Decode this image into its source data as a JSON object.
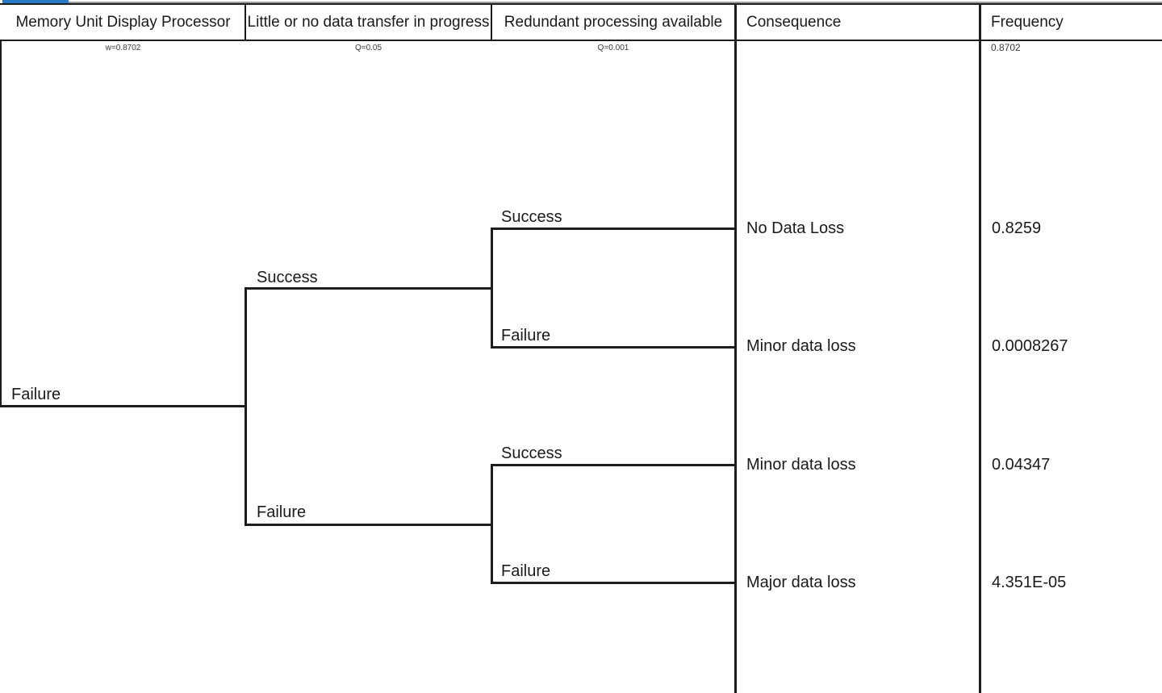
{
  "diagram": {
    "type": "event-tree",
    "columns": [
      {
        "title": "Memory Unit Display Processor",
        "sub": "w=0.8702"
      },
      {
        "title": "Little or no data transfer in progress",
        "sub": "Q=0.05"
      },
      {
        "title": "Redundant processing available",
        "sub": "Q=0.001"
      },
      {
        "title": "Consequence",
        "sub": ""
      },
      {
        "title": "Frequency",
        "sub": "0.8702"
      }
    ],
    "initiating_event": "Failure",
    "branches": {
      "l2_success": "Success",
      "l2_failure": "Failure",
      "l3a_success": "Success",
      "l3a_failure": "Failure",
      "l3b_success": "Success",
      "l3b_failure": "Failure"
    },
    "outcomes": [
      {
        "consequence": "No Data Loss",
        "frequency": "0.8259"
      },
      {
        "consequence": "Minor data loss",
        "frequency": "0.0008267"
      },
      {
        "consequence": "Minor data loss",
        "frequency": "0.04347"
      },
      {
        "consequence": "Major data loss",
        "frequency": "4.351E-05"
      }
    ]
  }
}
